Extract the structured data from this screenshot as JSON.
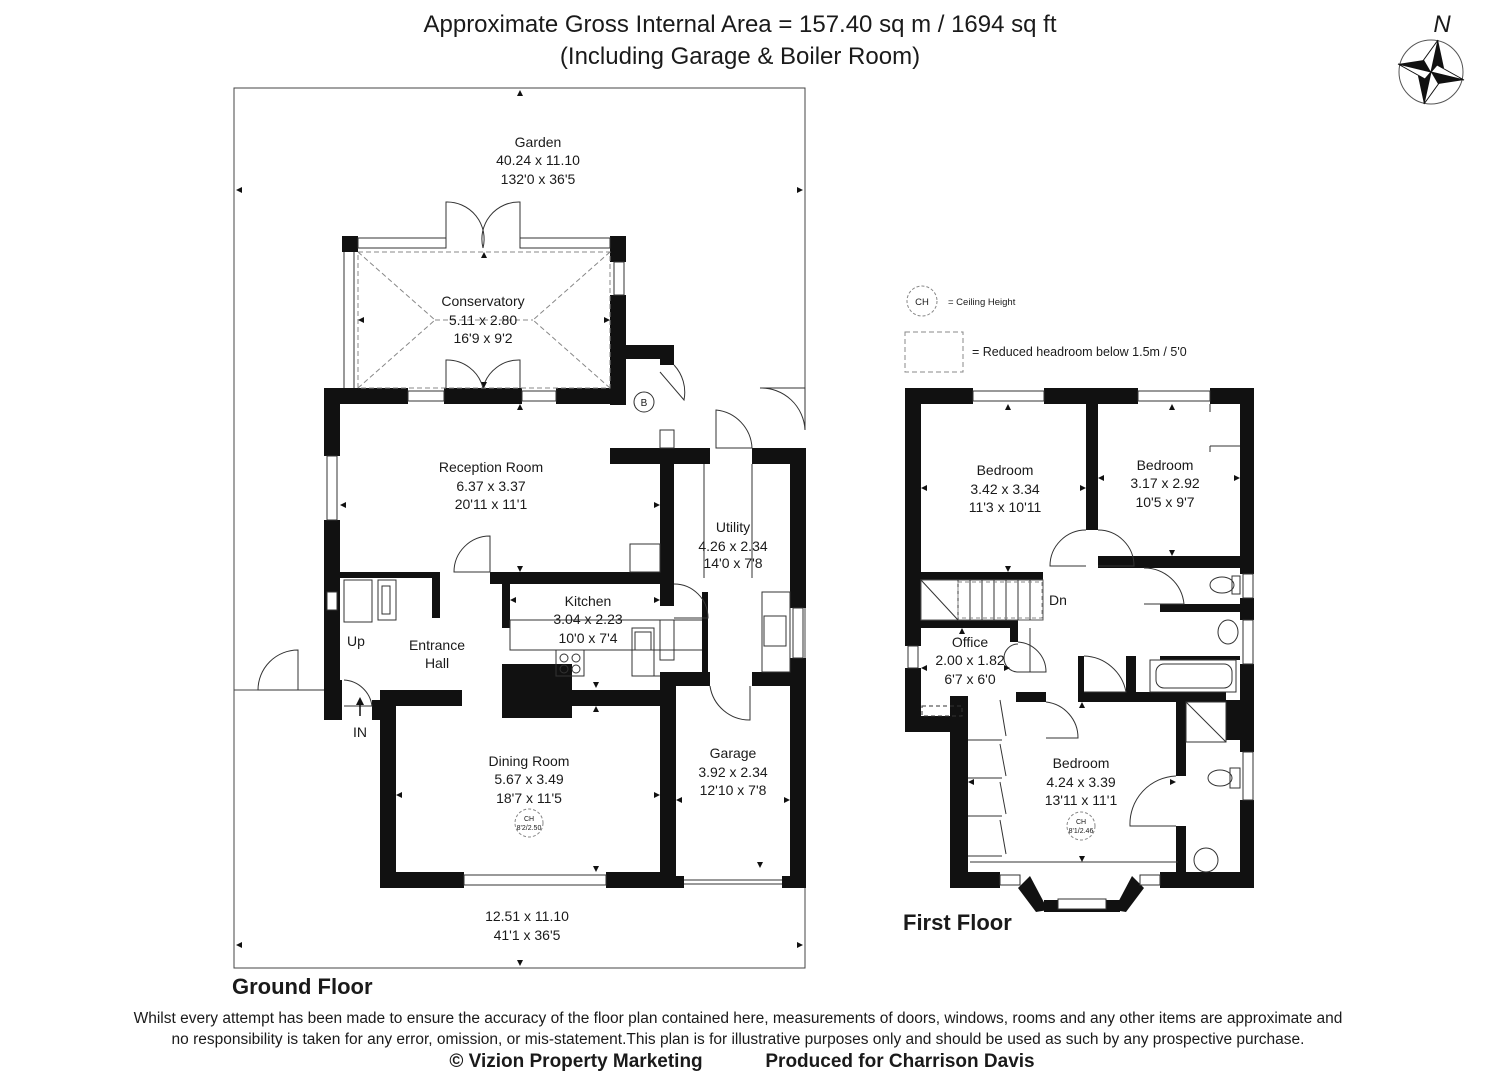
{
  "header": {
    "area_line": "Approximate Gross Internal Area = 157.40 sq m / 1694 sq ft",
    "inclusion_line": "(Including Garage & Boiler Room)"
  },
  "compass": {
    "label": "N"
  },
  "legend": {
    "ch_symbol": "CH",
    "ch_text": "= Ceiling Height",
    "reduced_text": "= Reduced headroom below 1.5m / 5'0"
  },
  "ground_floor": {
    "title": "Ground Floor",
    "garden": {
      "name": "Garden",
      "metric": "40.24 x 11.10",
      "imperial": "132'0 x 36'5"
    },
    "conservatory": {
      "name": "Conservatory",
      "metric": "5.11 x 2.80",
      "imperial": "16'9 x 9'2"
    },
    "reception": {
      "name": "Reception Room",
      "metric": "6.37 x 3.37",
      "imperial": "20'11 x 11'1"
    },
    "utility": {
      "name": "Utility",
      "metric": "4.26 x 2.34",
      "imperial": "14'0 x 7'8"
    },
    "kitchen": {
      "name": "Kitchen",
      "metric": "3.04 x 2.23",
      "imperial": "10'0 x 7'4"
    },
    "hall": {
      "name_line1": "Entrance",
      "name_line2": "Hall"
    },
    "dining": {
      "name": "Dining Room",
      "metric": "5.67 x 3.49",
      "imperial": "18'7 x 11'5",
      "ch_value": "8'2/2.50"
    },
    "garage": {
      "name": "Garage",
      "metric": "3.92 x 2.34",
      "imperial": "12'10 x 7'8"
    },
    "front": {
      "metric": "12.51 x 11.10",
      "imperial": "41'1 x 36'5"
    },
    "boiler_symbol": "B",
    "stairs_up": "Up",
    "entry_marker": "IN",
    "ch_symbol": "CH"
  },
  "first_floor": {
    "title": "First Floor",
    "bedroom_left": {
      "name": "Bedroom",
      "metric": "3.42 x 3.34",
      "imperial": "11'3 x 10'11"
    },
    "bedroom_right": {
      "name": "Bedroom",
      "metric": "3.17 x 2.92",
      "imperial": "10'5 x 9'7"
    },
    "office": {
      "name": "Office",
      "metric": "2.00 x 1.82",
      "imperial": "6'7 x 6'0"
    },
    "bedroom_main": {
      "name": "Bedroom",
      "metric": "4.24 x 3.39",
      "imperial": "13'11 x 11'1",
      "ch_value": "8'1/2.46"
    },
    "stairs_down": "Dn",
    "ch_symbol": "CH"
  },
  "footer": {
    "disclaimer_line1": "Whilst every attempt has been made to ensure the accuracy of the floor plan contained here, measurements of doors, windows, rooms and any other items are approximate and",
    "disclaimer_line2": "no responsibility is taken for any error, omission, or mis-statement.This plan is for illustrative purposes only and should be used as such by any prospective purchase.",
    "copyright": "© Vizion Property Marketing",
    "produced_for": "Produced for Charrison Davis"
  },
  "colors": {
    "wall": "#111111",
    "line": "#333333",
    "dash": "#888888",
    "window": "#777777"
  }
}
